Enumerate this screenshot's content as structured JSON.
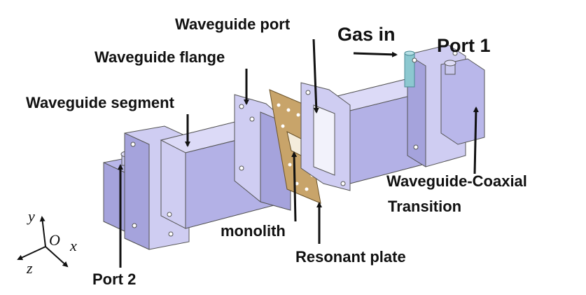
{
  "labels": {
    "waveguide_port": "Waveguide port",
    "gas_in": "Gas in",
    "port1": "Port 1",
    "waveguide_flange": "Waveguide flange",
    "waveguide_segment": "Waveguide segment",
    "waveguide_coaxial_line1": "Waveguide-Coaxial",
    "waveguide_coaxial_line2": "Transition",
    "monolith": "monolith",
    "resonant_plate": "Resonant plate",
    "port2": "Port 2"
  },
  "axes": {
    "y": "y",
    "origin": "O",
    "x": "x",
    "z": "z"
  },
  "colors": {
    "waveguide_face": "#cfcdf2",
    "waveguide_side": "#a5a3dc",
    "waveguide_dark": "#7d7bb8",
    "plate": "#c8a46a",
    "gas_pipe": "#8cc8d0",
    "arrow": "#111111"
  }
}
